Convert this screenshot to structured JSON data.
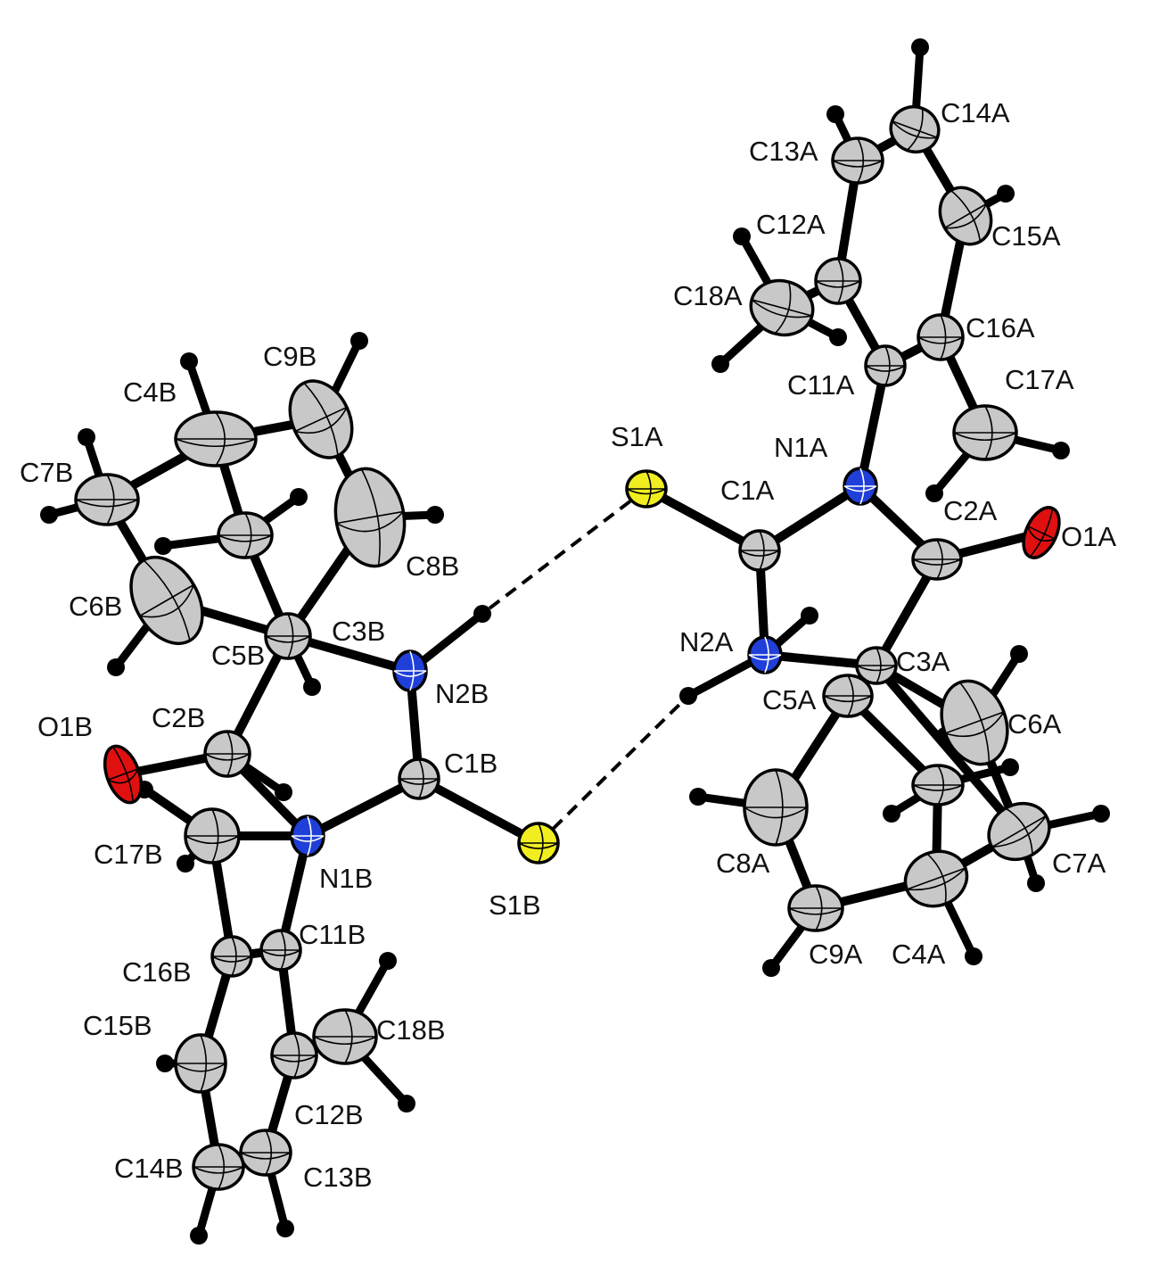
{
  "figure": {
    "colors": {
      "carbon": "#c8c8c8",
      "nitrogen": "#1f3fd8",
      "oxygen": "#e01010",
      "sulfur": "#f0ee20",
      "bond": "#000000",
      "hydrogen": "#000000"
    },
    "labels": {
      "C14A": "C14A",
      "C13A": "C13A",
      "C12A": "C12A",
      "C15A": "C15A",
      "C18A": "C18A",
      "C16A": "C16A",
      "C11A": "C11A",
      "C17A": "C17A",
      "N1A": "N1A",
      "S1A": "S1A",
      "C1A": "C1A",
      "C2A": "C2A",
      "O1A": "O1A",
      "N2A": "N2A",
      "C3A": "C3A",
      "C5A": "C5A",
      "C6A": "C6A",
      "C8A": "C8A",
      "C7A": "C7A",
      "C9A": "C9A",
      "C4A": "C4A",
      "C9B": "C9B",
      "C4B": "C4B",
      "C7B": "C7B",
      "C8B": "C8B",
      "C6B": "C6B",
      "C3B": "C3B",
      "C5B": "C5B",
      "N2B": "N2B",
      "O1B": "O1B",
      "C2B": "C2B",
      "C1B": "C1B",
      "C17B": "C17B",
      "N1B": "N1B",
      "S1B": "S1B",
      "C11B": "C11B",
      "C16B": "C16B",
      "C15B": "C15B",
      "C18B": "C18B",
      "C12B": "C12B",
      "C14B": "C14B",
      "C13B": "C13B"
    }
  }
}
